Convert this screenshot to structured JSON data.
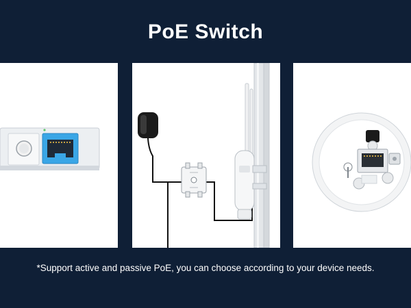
{
  "header": {
    "title": "PoE Switch"
  },
  "footer": {
    "caption": "*Support active and passive PoE, you can choose according to your device needs."
  },
  "colors": {
    "background": "#0f1f36",
    "panel": "#ffffff",
    "port_blue": "#3aa6e6",
    "cable": "#111111"
  },
  "panels": [
    {
      "name": "switch-port-closeup",
      "icons": [
        "round-button-icon",
        "ethernet-port-icon"
      ]
    },
    {
      "name": "installation-diagram",
      "icons": [
        "power-adapter-icon",
        "poe-injector-icon",
        "outdoor-access-point-icon",
        "mounting-pole-icon"
      ]
    },
    {
      "name": "device-port-closeup",
      "icons": [
        "ethernet-port-icon",
        "reset-button-icon",
        "screw-hole-icon"
      ]
    }
  ]
}
